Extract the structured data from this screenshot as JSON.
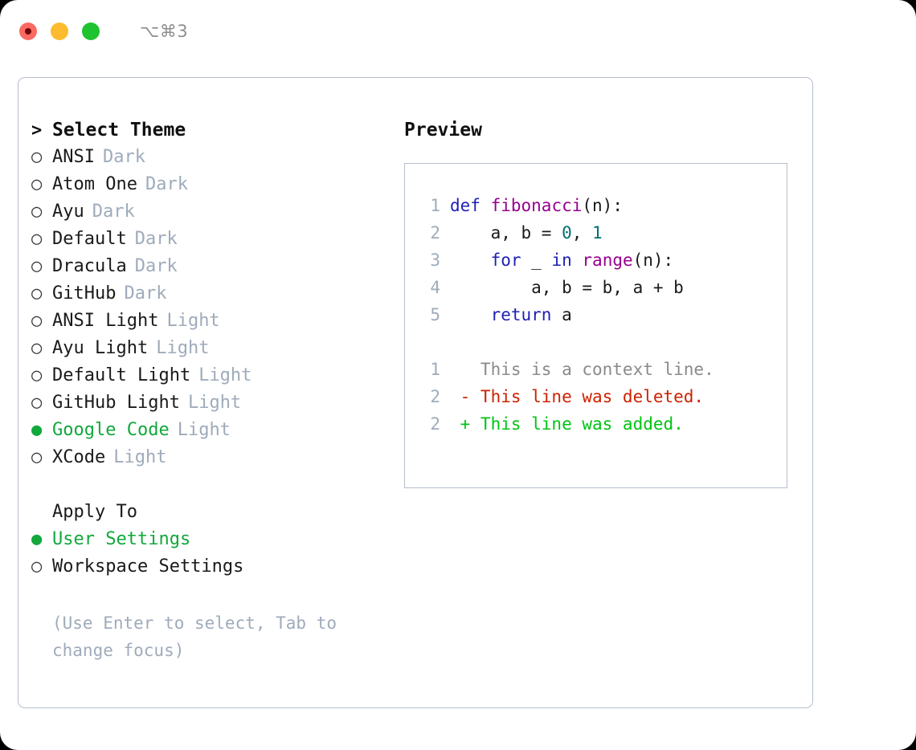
{
  "titlebar": {
    "shortcut": "⌥⌘3",
    "lights": [
      "close-red",
      "minimize-yellow",
      "maximize-green"
    ]
  },
  "theme_picker": {
    "header_marker": ">",
    "header_label": "Select Theme",
    "marker_unselected": "○",
    "marker_selected": "●",
    "items": [
      {
        "label": "ANSI",
        "tag": "Dark",
        "selected": false
      },
      {
        "label": "Atom One",
        "tag": "Dark",
        "selected": false
      },
      {
        "label": "Ayu",
        "tag": "Dark",
        "selected": false
      },
      {
        "label": "Default",
        "tag": "Dark",
        "selected": false
      },
      {
        "label": "Dracula",
        "tag": "Dark",
        "selected": false
      },
      {
        "label": "GitHub",
        "tag": "Dark",
        "selected": false
      },
      {
        "label": "ANSI Light",
        "tag": "Light",
        "selected": false
      },
      {
        "label": "Ayu Light",
        "tag": "Light",
        "selected": false
      },
      {
        "label": "Default Light",
        "tag": "Light",
        "selected": false
      },
      {
        "label": "GitHub Light",
        "tag": "Light",
        "selected": false
      },
      {
        "label": "Google Code",
        "tag": "Light",
        "selected": true
      },
      {
        "label": "XCode",
        "tag": "Light",
        "selected": false
      }
    ]
  },
  "apply_to": {
    "label": "Apply To",
    "options": [
      {
        "label": "User Settings",
        "selected": true
      },
      {
        "label": "Workspace Settings",
        "selected": false
      }
    ]
  },
  "hint": {
    "line1": "(Use Enter to select, Tab to",
    "line2": "change focus)"
  },
  "preview": {
    "title": "Preview",
    "code_lines": [
      {
        "no": "1",
        "tokens": [
          {
            "t": "def",
            "k": "kw"
          },
          {
            "t": " ",
            "k": "plain"
          },
          {
            "t": "fibonacci",
            "k": "fn"
          },
          {
            "t": "(n):",
            "k": "plain"
          }
        ]
      },
      {
        "no": "2",
        "tokens": [
          {
            "t": "    a, b = ",
            "k": "plain"
          },
          {
            "t": "0",
            "k": "num"
          },
          {
            "t": ", ",
            "k": "plain"
          },
          {
            "t": "1",
            "k": "num"
          }
        ]
      },
      {
        "no": "3",
        "tokens": [
          {
            "t": "    ",
            "k": "plain"
          },
          {
            "t": "for",
            "k": "kw"
          },
          {
            "t": " _ ",
            "k": "plain"
          },
          {
            "t": "in",
            "k": "kw"
          },
          {
            "t": " ",
            "k": "plain"
          },
          {
            "t": "range",
            "k": "fn"
          },
          {
            "t": "(n):",
            "k": "plain"
          }
        ]
      },
      {
        "no": "4",
        "tokens": [
          {
            "t": "        a, b = b, a + b",
            "k": "plain"
          }
        ]
      },
      {
        "no": "5",
        "tokens": [
          {
            "t": "    ",
            "k": "plain"
          },
          {
            "t": "return",
            "k": "kw"
          },
          {
            "t": " a",
            "k": "plain"
          }
        ]
      }
    ],
    "diff_lines": [
      {
        "no": "1",
        "sign": " ",
        "text": "This is a context line.",
        "kind": "ctx"
      },
      {
        "no": "2",
        "sign": "-",
        "text": "This line was deleted.",
        "kind": "del"
      },
      {
        "no": "2",
        "sign": "+",
        "text": "This line was added.",
        "kind": "add"
      }
    ]
  },
  "colors": {
    "selection_green": "#11a83c",
    "tag_gray": "#9fabbb",
    "keyword_blue": "#1f1fb5",
    "function_purple": "#96008f",
    "number_teal": "#00706e",
    "diff_add_green": "#00c412",
    "diff_del_red": "#cc2200",
    "diff_ctx_gray": "#8a8a8a",
    "panel_border": "#b6bfcc"
  }
}
